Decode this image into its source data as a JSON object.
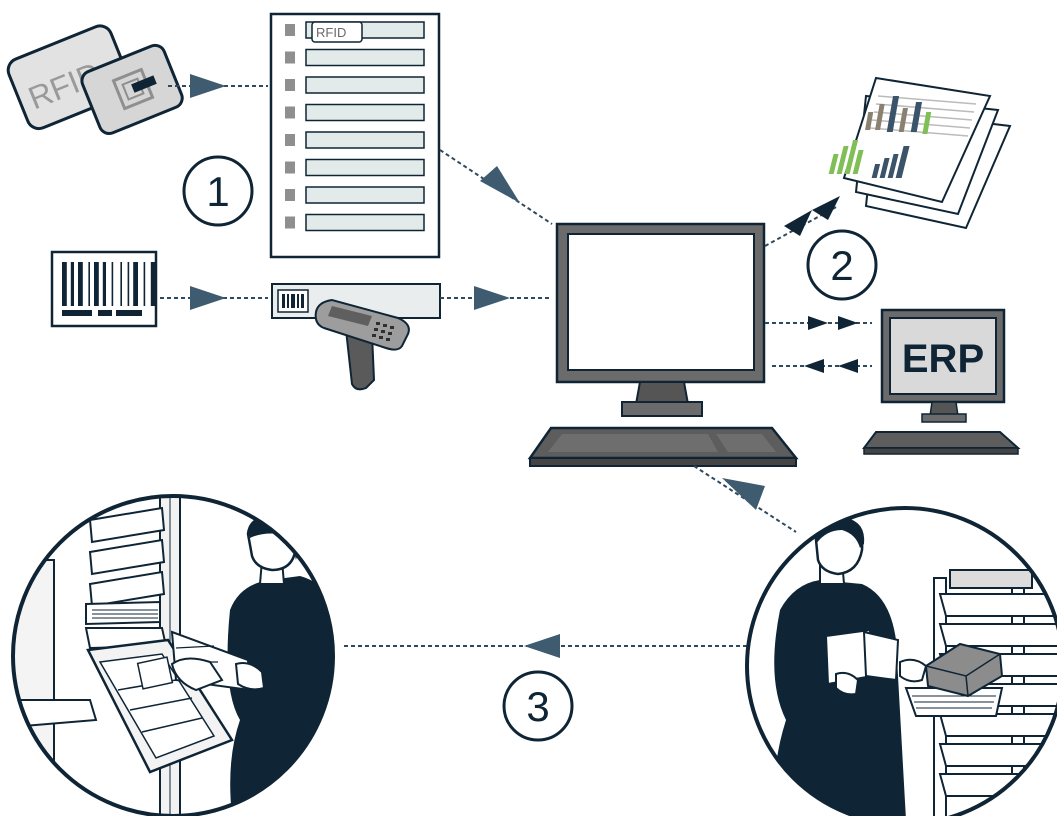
{
  "rfid_tag": {
    "text": "RFID"
  },
  "form": {
    "tag_text": "RFID",
    "rows": 8
  },
  "steps": [
    {
      "number": "1"
    },
    {
      "number": "2"
    },
    {
      "number": "3"
    }
  ],
  "erp": {
    "label": "ERP"
  },
  "colors": {
    "navy": "#0f2535",
    "arrow": "#2f4a5e",
    "grey_dark": "#6e6e6e",
    "grey_mid": "#9b9b9b",
    "grey_light": "#cfcfcf",
    "form_field": "#e3ebea",
    "chart_green": "#7fbf56",
    "chart_brown": "#8a8171",
    "chart_blue": "#3b5469"
  }
}
